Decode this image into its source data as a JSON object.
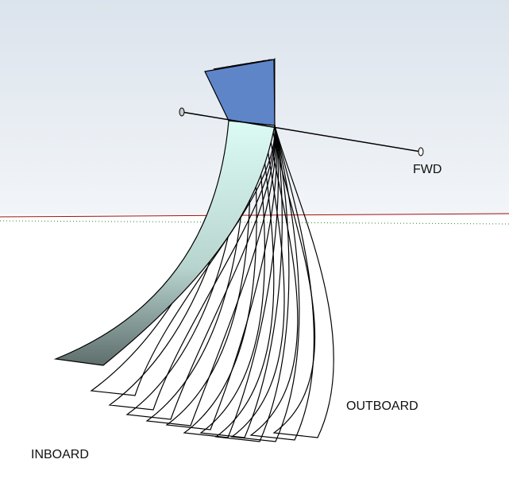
{
  "viewport": {
    "labels": {
      "fwd": "FWD",
      "outboard": "OUTBOARD",
      "inboard": "INBOARD"
    },
    "colors": {
      "blade_top": "#5f85c9",
      "blade_face_light": "#d8f8f2",
      "blade_face_dark": "#5e6e6c",
      "red_axis": "#a01010",
      "green_axis": "#2a8a2a"
    }
  }
}
